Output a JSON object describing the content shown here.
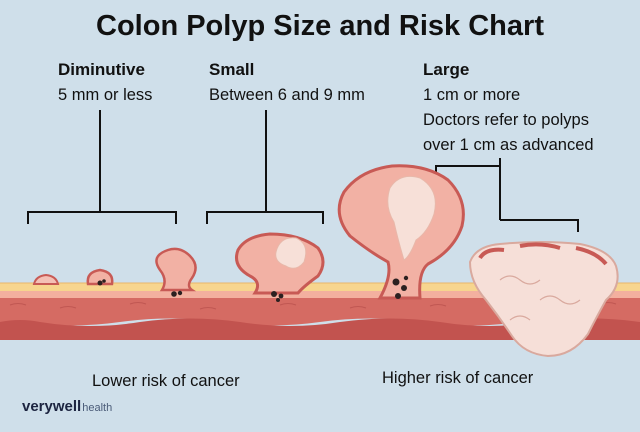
{
  "title": "Colon Polyp Size and Risk Chart",
  "categories": [
    {
      "name": "Diminutive",
      "lines": [
        "5 mm or less"
      ]
    },
    {
      "name": "Small",
      "lines": [
        "Between 6 and 9 mm"
      ]
    },
    {
      "name": "Large",
      "lines": [
        "1 cm or more",
        "Doctors refer to polyps",
        "over 1 cm as advanced"
      ]
    }
  ],
  "risk": {
    "lower": "Lower risk of cancer",
    "higher": "Higher risk of cancer"
  },
  "logo": {
    "brand": "verywell",
    "sub": "health"
  },
  "colors": {
    "background": "#cfdfea",
    "polyp_fill": "#f2b1a4",
    "polyp_edge": "#c85a55",
    "large_mass": "#f6dfd8",
    "tissue_muscle": "#c85a55",
    "tissue_yellow": "#f7d58e"
  }
}
